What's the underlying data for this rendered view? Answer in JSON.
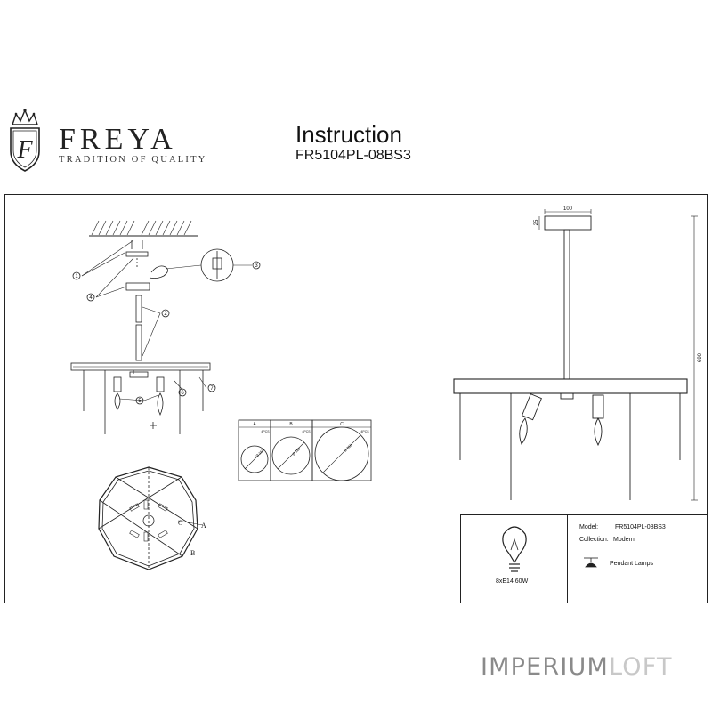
{
  "brand": {
    "name": "FREYA",
    "tagline": "TRADITION OF QUALITY",
    "logo_letter": "F"
  },
  "document": {
    "title": "Instruction",
    "model": "FR5104PL-08BS3"
  },
  "drawing": {
    "dimensions": {
      "width": "100",
      "height": "690",
      "top": "25"
    },
    "callouts": [
      "1",
      "2",
      "3",
      "4",
      "5",
      "6",
      "7"
    ],
    "top_view_labels": [
      "C",
      "A",
      "B"
    ],
    "panels": [
      {
        "id": "A",
        "count": "4PCS",
        "size": "Ø 150"
      },
      {
        "id": "B",
        "count": "4PCS",
        "size": "Ø 180"
      },
      {
        "id": "C",
        "count": "4PCS",
        "size": "Ø 250"
      }
    ]
  },
  "info": {
    "model_label": "Model:",
    "model_value": "FR5104PL-08BS3",
    "collection_label": "Collection:",
    "collection_value": "Modern",
    "type_label": "Pendant Lamps",
    "bulb_label": "8xE14 60W"
  },
  "watermark": {
    "part1": "IMPERIUM",
    "part2": "LOFT"
  }
}
